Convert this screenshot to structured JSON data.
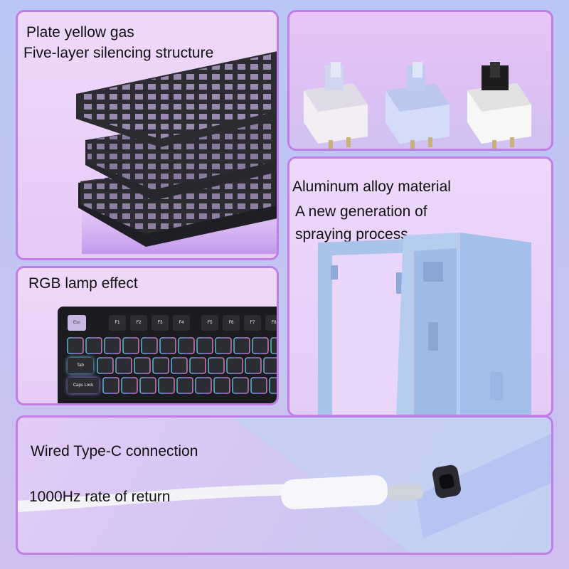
{
  "plate_panel": {
    "line1": "Plate yellow gas",
    "line2": "Five-layer silencing structure"
  },
  "switches_panel": {
    "switch_count": 3
  },
  "rgb_panel": {
    "title": "RGB lamp effect",
    "keys": {
      "esc": "Esc",
      "f1": "F1",
      "f2": "F2",
      "f3": "F3",
      "f4": "F4",
      "f5": "F5",
      "f6": "F6",
      "f7": "F7",
      "f8": "F8",
      "tab": "Tab",
      "caps": "Caps Lock"
    }
  },
  "alloy_panel": {
    "line1": "Aluminum alloy material",
    "line2": "A new generation of",
    "line3": "spraying process"
  },
  "cable_panel": {
    "line1": "Wired Type-C connection",
    "line2": "1000Hz rate of return"
  },
  "colors": {
    "panel_border": "#c07ee6",
    "page_background": "#c3c4f2",
    "plate_black": "#2b2b30",
    "case_blue": "#a9c3ea"
  }
}
